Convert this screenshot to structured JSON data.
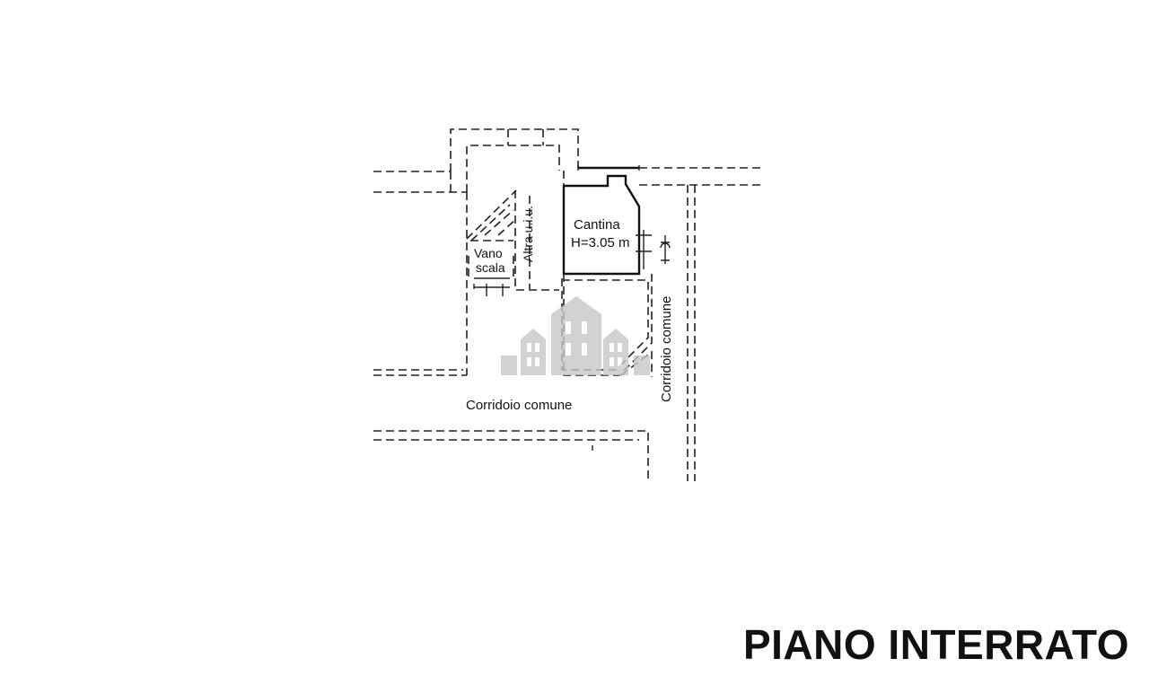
{
  "plan": {
    "labels": {
      "cantina": "Cantina",
      "height": "H=3.05 m",
      "vano": "Vano",
      "scala": "scala",
      "altra_uiu": "Altra u.i.u.",
      "corridoio_h": "Corridoio comune",
      "corridoio_v": "Corridoio comune"
    },
    "floor_title": "PIANO INTERRATO",
    "watermark_color": "#c8c8c8"
  }
}
